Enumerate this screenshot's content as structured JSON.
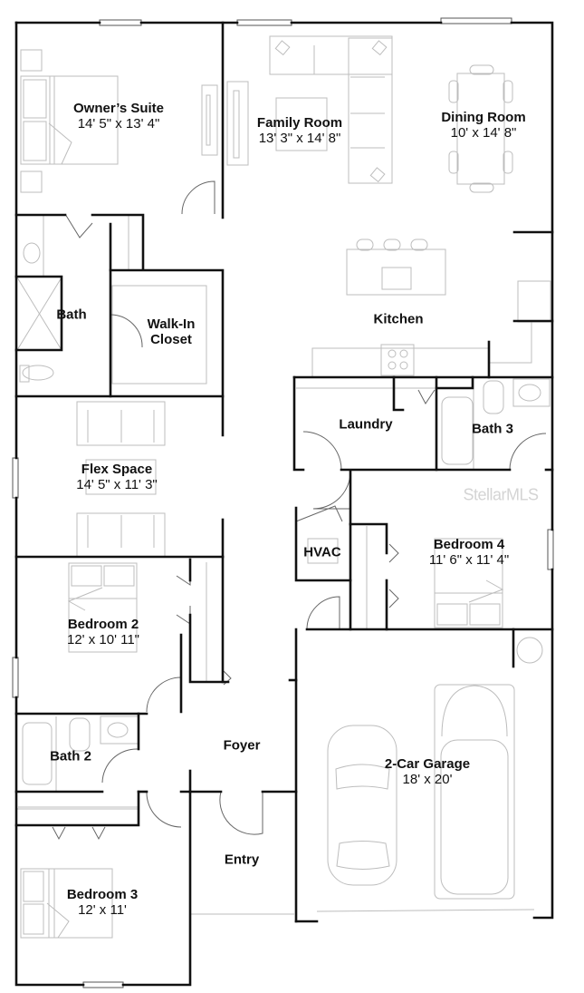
{
  "plan": {
    "watermark": "StellarMLS",
    "rooms": [
      {
        "id": "owners-suite",
        "name": "Owner’s Suite",
        "dims": "14' 5\" x 13' 4\""
      },
      {
        "id": "family-room",
        "name": "Family Room",
        "dims": "13' 3\" x 14' 8\""
      },
      {
        "id": "dining-room",
        "name": "Dining Room",
        "dims": "10' x 14' 8\""
      },
      {
        "id": "bath",
        "name": "Bath",
        "dims": ""
      },
      {
        "id": "walk-in-closet",
        "name": "Walk-In",
        "dims": "Closet"
      },
      {
        "id": "kitchen",
        "name": "Kitchen",
        "dims": ""
      },
      {
        "id": "laundry",
        "name": "Laundry",
        "dims": ""
      },
      {
        "id": "bath-3",
        "name": "Bath 3",
        "dims": ""
      },
      {
        "id": "flex-space",
        "name": "Flex Space",
        "dims": "14' 5\" x 11' 3\""
      },
      {
        "id": "hvac",
        "name": "HVAC",
        "dims": ""
      },
      {
        "id": "bedroom-4",
        "name": "Bedroom 4",
        "dims": "11' 6\" x 11' 4\""
      },
      {
        "id": "bedroom-2",
        "name": "Bedroom 2",
        "dims": "12' x 10' 11\""
      },
      {
        "id": "bath-2",
        "name": "Bath 2",
        "dims": ""
      },
      {
        "id": "foyer",
        "name": "Foyer",
        "dims": ""
      },
      {
        "id": "garage",
        "name": "2-Car Garage",
        "dims": "18' x 20'"
      },
      {
        "id": "entry",
        "name": "Entry",
        "dims": ""
      },
      {
        "id": "bedroom-3",
        "name": "Bedroom 3",
        "dims": "12' x 11'"
      }
    ]
  }
}
